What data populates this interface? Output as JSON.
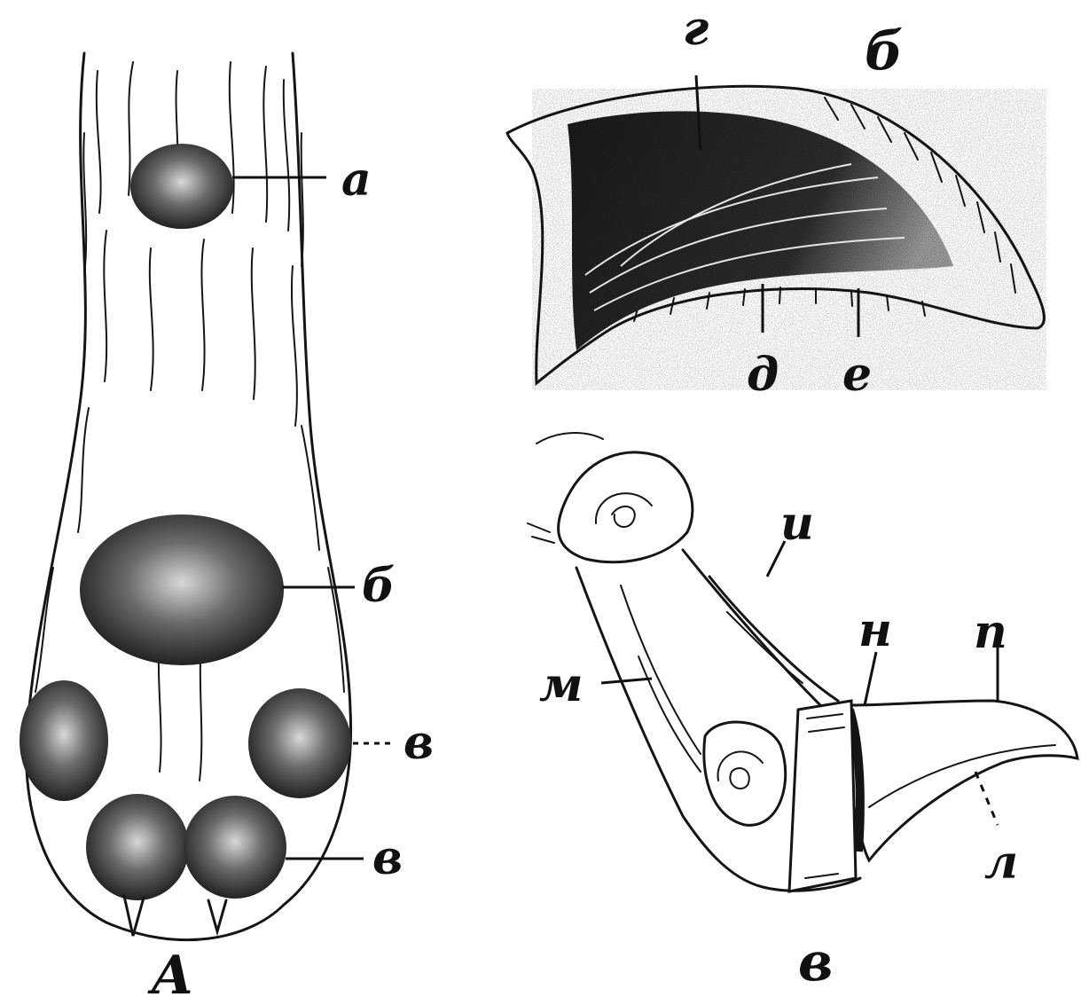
{
  "figure": {
    "panels": [
      {
        "id": "paw",
        "caption": "А",
        "labels": [
          "а",
          "б",
          "в",
          "в"
        ]
      },
      {
        "id": "claw-section",
        "caption": "б",
        "labels": [
          "г",
          "д",
          "е"
        ]
      },
      {
        "id": "toe-bones",
        "caption": "в",
        "labels": [
          "и",
          "м",
          "н",
          "п",
          "л"
        ]
      }
    ]
  }
}
